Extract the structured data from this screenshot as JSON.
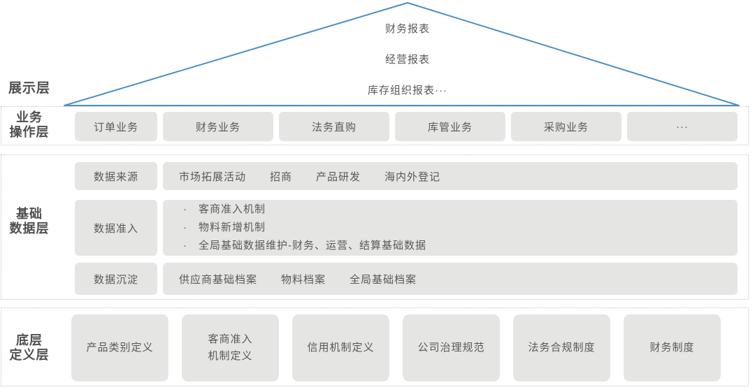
{
  "colors": {
    "roof_blue": "#4a8fc7",
    "box_bg": "#e5e5e3",
    "box_text": "#595959",
    "label_text": "#4f4f4f",
    "section_border": "#c2c2c2"
  },
  "roof": {
    "report_lines": [
      "财务报表",
      "经营报表",
      "库存组织报表···"
    ]
  },
  "display_layer": {
    "label": "展示层"
  },
  "business_layer": {
    "label_lines": [
      "业务",
      "操作层"
    ],
    "boxes": [
      "订单业务",
      "财务业务",
      "法务直购",
      "库管业务",
      "采购业务",
      "···"
    ]
  },
  "foundation_layer": {
    "label_lines": [
      "基础",
      "数据层"
    ],
    "source_row": {
      "title": "数据来源",
      "items": [
        "市场拓展活动",
        "招商",
        "产品研发",
        "海内外登记"
      ]
    },
    "admission_row": {
      "title": "数据准入",
      "bullet_char": "·",
      "bullets": [
        "客商准入机制",
        "物料新增机制",
        "全局基础数据维护-财务、运营、结算基础数据"
      ]
    },
    "deposit_row": {
      "title": "数据沉淀",
      "items": [
        "供应商基础档案",
        "物料档案",
        "全局基础档案"
      ]
    }
  },
  "definition_layer": {
    "label_lines": [
      "底层",
      "定义层"
    ],
    "boxes": [
      {
        "lines": [
          "产品类别定义"
        ]
      },
      {
        "lines": [
          "客商准入",
          "机制定义"
        ]
      },
      {
        "lines": [
          "信用机制定义"
        ]
      },
      {
        "lines": [
          "公司治理规范"
        ]
      },
      {
        "lines": [
          "法务合规制度"
        ]
      },
      {
        "lines": [
          "财务制度"
        ]
      }
    ]
  }
}
